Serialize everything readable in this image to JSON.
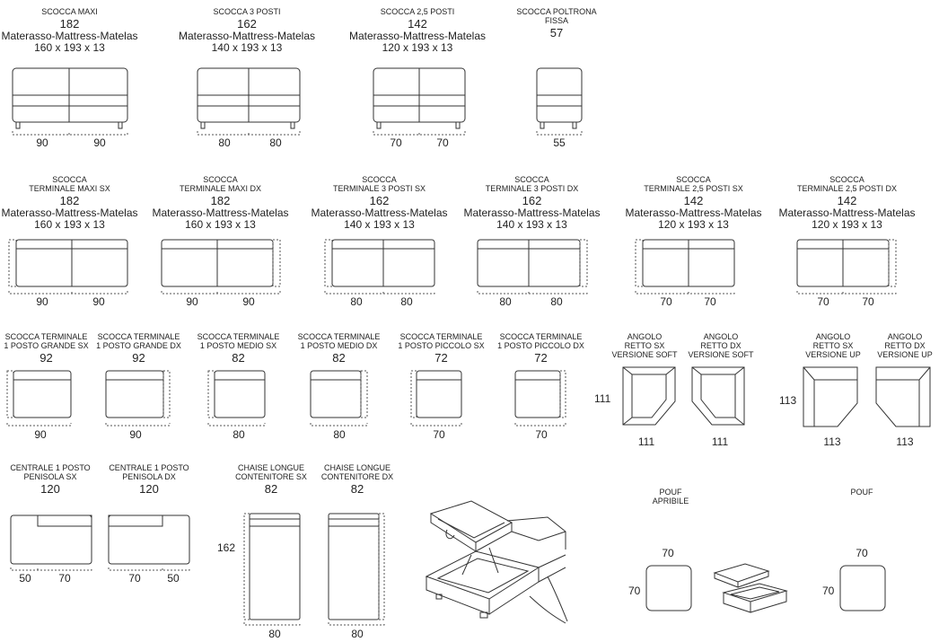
{
  "row1": [
    {
      "name": "SCOCCA MAXI",
      "num": "182",
      "mat": "Materasso-Mattress-Matelas",
      "dims": "160 x 193 x 13",
      "w": [
        "90",
        "90"
      ]
    },
    {
      "name": "SCOCCA 3 POSTI",
      "num": "162",
      "mat": "Materasso-Mattress-Matelas",
      "dims": "140 x 193 x 13",
      "w": [
        "80",
        "80"
      ]
    },
    {
      "name": "SCOCCA 2,5 POSTI",
      "num": "142",
      "mat": "Materasso-Mattress-Matelas",
      "dims": "120 x 193 x 13",
      "w": [
        "70",
        "70"
      ]
    },
    {
      "name1": "SCOCCA POLTRONA",
      "name2": "FISSA",
      "num": "57",
      "w": [
        "55"
      ]
    }
  ],
  "row2": [
    {
      "name1": "SCOCCA",
      "name2": "TERMINALE MAXI SX",
      "num": "182",
      "mat": "Materasso-Mattress-Matelas",
      "dims": "160 x 193 x 13",
      "w": [
        "90",
        "90"
      ]
    },
    {
      "name1": "SCOCCA",
      "name2": "TERMINALE MAXI DX",
      "num": "182",
      "mat": "Materasso-Mattress-Matelas",
      "dims": "160 x 193 x 13",
      "w": [
        "90",
        "90"
      ]
    },
    {
      "name1": "SCOCCA",
      "name2": "TERMINALE 3 POSTI SX",
      "num": "162",
      "mat": "Materasso-Mattress-Matelas",
      "dims": "140 x 193 x 13",
      "w": [
        "80",
        "80"
      ]
    },
    {
      "name1": "SCOCCA",
      "name2": "TERMINALE 3 POSTI DX",
      "num": "162",
      "mat": "Materasso-Mattress-Matelas",
      "dims": "140 x 193 x 13",
      "w": [
        "80",
        "80"
      ]
    },
    {
      "name1": "SCOCCA",
      "name2": "TERMINALE 2,5 POSTI SX",
      "num": "142",
      "mat": "Materasso-Mattress-Matelas",
      "dims": "120 x 193 x 13",
      "w": [
        "70",
        "70"
      ]
    },
    {
      "name1": "SCOCCA",
      "name2": "TERMINALE 2,5 POSTI DX",
      "num": "142",
      "mat": "Materasso-Mattress-Matelas",
      "dims": "120 x 193 x 13",
      "w": [
        "70",
        "70"
      ]
    }
  ],
  "row3": [
    {
      "name1": "SCOCCA TERMINALE",
      "name2": "1 POSTO GRANDE SX",
      "num": "92",
      "w": "90"
    },
    {
      "name1": "SCOCCA TERMINALE",
      "name2": "1 POSTO GRANDE DX",
      "num": "92",
      "w": "90"
    },
    {
      "name1": "SCOCCA TERMINALE",
      "name2": "1 POSTO MEDIO SX",
      "num": "82",
      "w": "80"
    },
    {
      "name1": "SCOCCA TERMINALE",
      "name2": "1 POSTO MEDIO DX",
      "num": "82",
      "w": "80"
    },
    {
      "name1": "SCOCCA TERMINALE",
      "name2": "1 POSTO PICCOLO SX",
      "num": "72",
      "w": "70"
    },
    {
      "name1": "SCOCCA TERMINALE",
      "name2": "1 POSTO PICCOLO DX",
      "num": "72",
      "w": "70"
    }
  ],
  "corners": [
    {
      "l1": "ANGOLO",
      "l2": "RETTO SX",
      "l3": "VERSIONE SOFT",
      "w": "111"
    },
    {
      "l1": "ANGOLO",
      "l2": "RETTO DX",
      "l3": "VERSIONE SOFT",
      "w": "111"
    },
    {
      "l1": "ANGOLO",
      "l2": "RETTO SX",
      "l3": "VERSIONE UP",
      "w": "113"
    },
    {
      "l1": "ANGOLO",
      "l2": "RETTO DX",
      "l3": "VERSIONE UP",
      "w": "113"
    }
  ],
  "corner_depths": [
    "111",
    "113"
  ],
  "row4": [
    {
      "name1": "CENTRALE 1 POSTO",
      "name2": "PENISOLA SX",
      "num": "120",
      "w": [
        "50",
        "70"
      ]
    },
    {
      "name1": "CENTRALE 1 POSTO",
      "name2": "PENISOLA DX",
      "num": "120",
      "w": [
        "70",
        "50"
      ]
    },
    {
      "name1": "CHAISE LONGUE",
      "name2": "CONTENITORE SX",
      "num": "82",
      "w": "80"
    },
    {
      "name1": "CHAISE LONGUE",
      "name2": "CONTENITORE DX",
      "num": "82",
      "w": "80"
    }
  ],
  "chaise_depth": "162",
  "poufs": [
    {
      "name1": "POUF",
      "name2": "APRIBILE",
      "top": "70",
      "side": "70"
    },
    {
      "name1": "POUF",
      "name2": "",
      "top": "70",
      "side": "70"
    }
  ]
}
